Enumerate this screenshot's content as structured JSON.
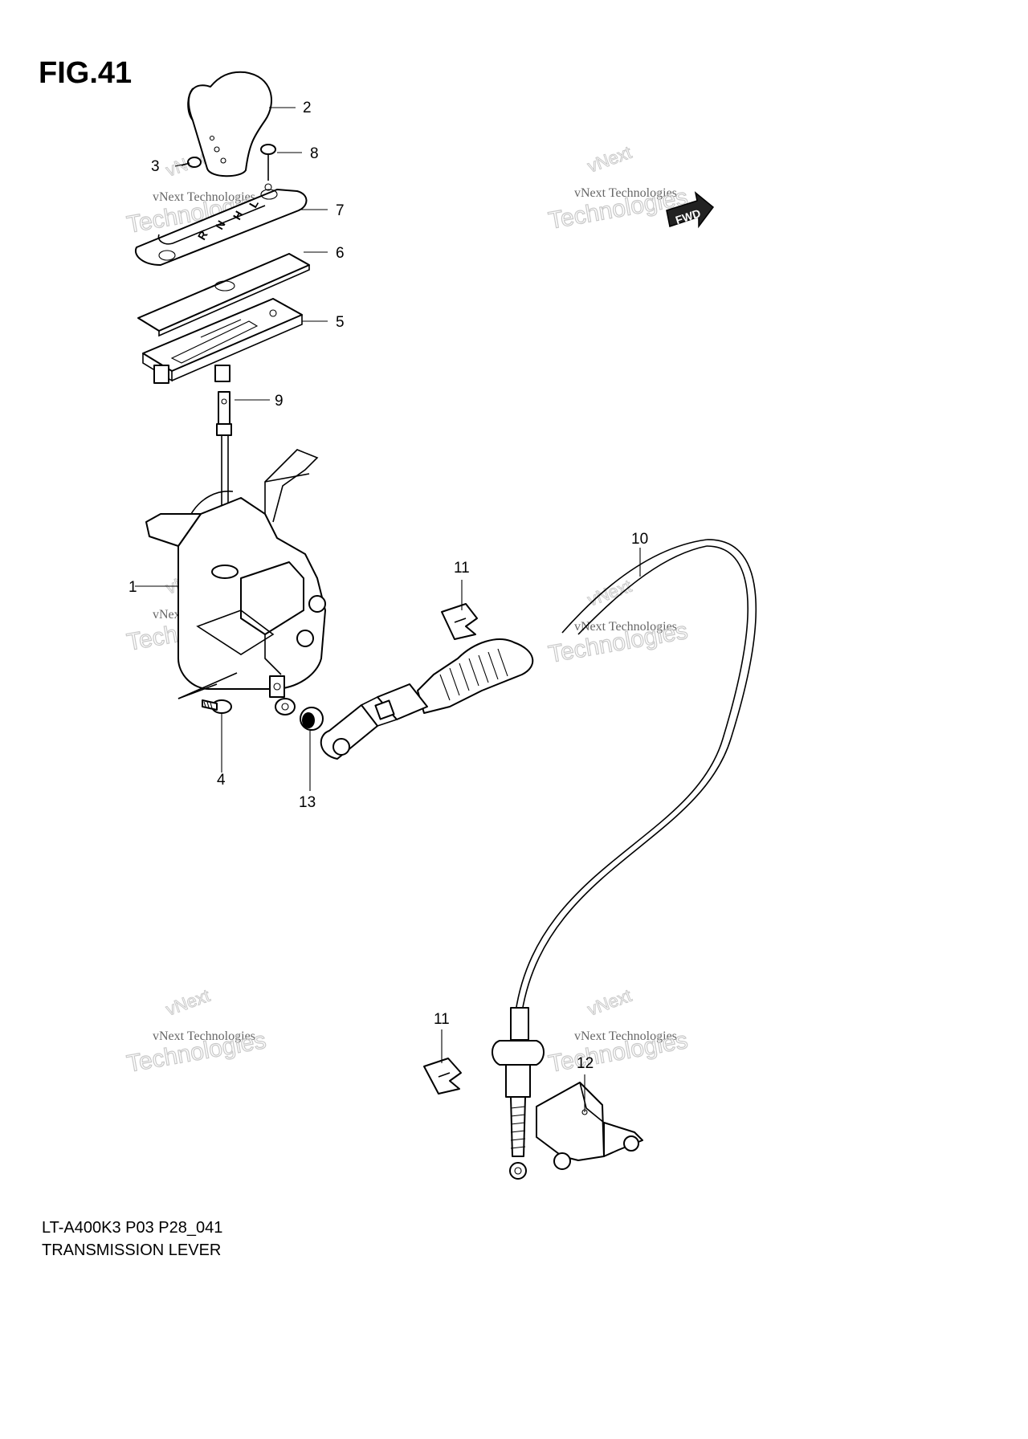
{
  "figure": {
    "label": "FIG.41",
    "model_code": "LT-A400K3 P03 P28_041",
    "name": "TRANSMISSION LEVER"
  },
  "direction_badge": "FWD",
  "watermark": {
    "line1": "vNext Technologies",
    "line2": "vNext",
    "line3": "Technologies"
  },
  "callouts": [
    "1",
    "2",
    "3",
    "4",
    "5",
    "6",
    "7",
    "8",
    "9",
    "10",
    "11",
    "11",
    "12",
    "13"
  ],
  "shift_pattern": [
    "L",
    "H",
    "N",
    "R"
  ]
}
